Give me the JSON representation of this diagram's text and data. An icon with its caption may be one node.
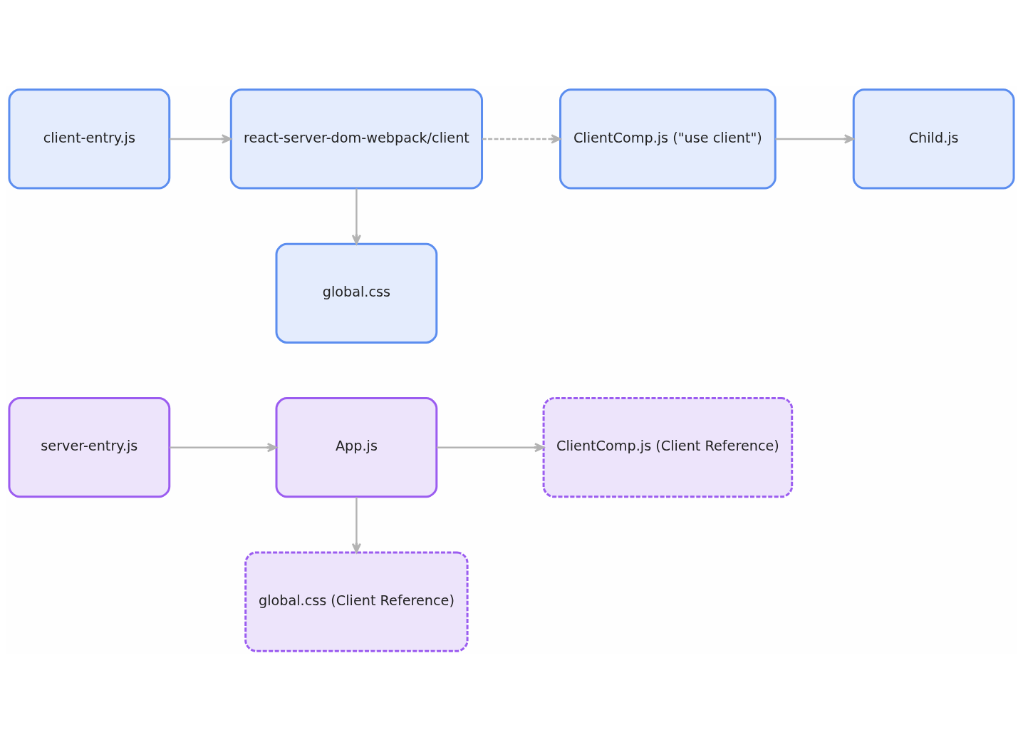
{
  "diagram": {
    "nodes": [
      {
        "text": [
          "global.css (Client Reference)"
        ]
      },
      {
        "text": [
          "server-entry.js"
        ]
      },
      {
        "text": [
          "App.js"
        ]
      },
      {
        "text": [
          "ClientComp.js (Client Reference)"
        ]
      },
      {
        "text": [
          "client-entry.js"
        ]
      },
      {
        "text": [
          "react-server-dom-webpack/client"
        ]
      },
      {
        "text": [
          "ClientComp.js (\"use client\")"
        ]
      },
      {
        "text": [
          "Child.js"
        ]
      },
      {
        "text": [
          "global.css"
        ]
      }
    ],
    "edges": [
      {
        "from": 1,
        "to": 2,
        "arrow": "to"
      },
      {
        "from": 2,
        "to": 0,
        "arrow": "to"
      },
      {
        "from": 2,
        "to": 3,
        "arrow": "to"
      },
      {
        "from": 4,
        "to": 5,
        "arrow": "to"
      },
      {
        "from": 5,
        "to": 6,
        "arrow": "to",
        "style": "dashed"
      },
      {
        "from": 6,
        "to": 7,
        "arrow": "to"
      },
      {
        "from": 5,
        "to": 8,
        "arrow": "to"
      }
    ]
  }
}
